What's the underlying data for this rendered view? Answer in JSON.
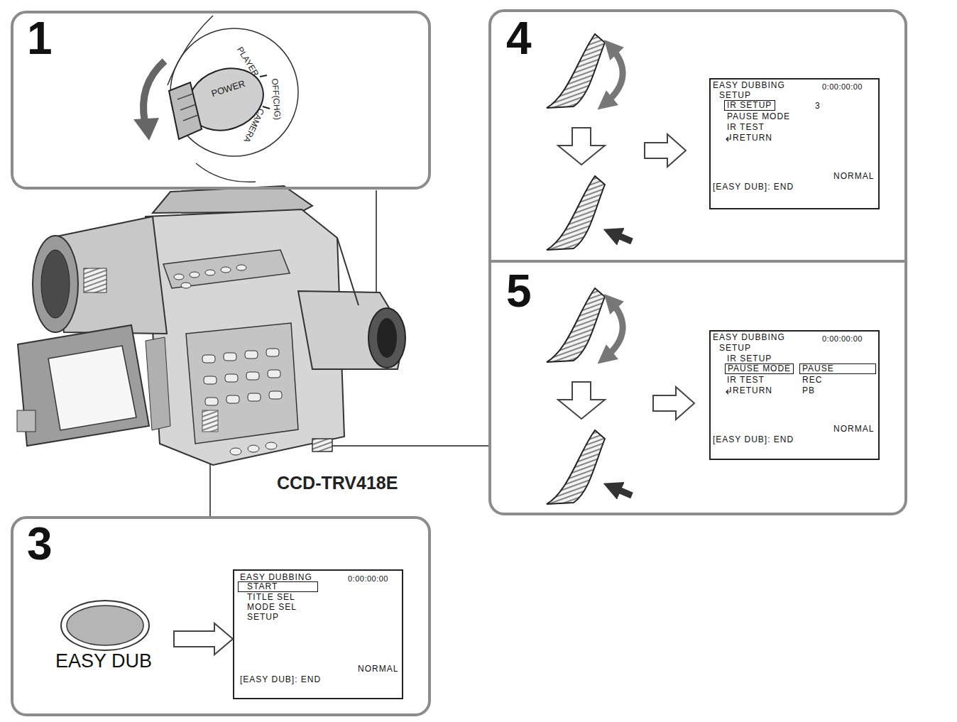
{
  "diagram": {
    "nodes": [
      {
        "text": [
          "1"
        ]
      },
      {
        "text": [
          "4"
        ]
      },
      {
        "text": [
          "EASY DUBBING",
          "0:00:00:00",
          "SETUP",
          "3",
          "PAUSE MODE",
          "IR TEST",
          "RETURN",
          "NORMAL",
          "[EASY DUB]: END"
        ],
        "in": 1
      },
      {
        "text": [
          "IR SETUP"
        ],
        "in": 2
      },
      {
        "text": [
          "5"
        ]
      },
      {
        "text": [
          "EASY DUBBING",
          "0:00:00:00",
          "SETUP",
          "IR SETUP",
          "IR TEST",
          "RETURN",
          "REC",
          "PB",
          "NORMAL",
          "[EASY DUB]: END"
        ],
        "in": 4
      },
      {
        "text": [
          "PAUSE MODE"
        ],
        "in": 5
      },
      {
        "text": [
          "PAUSE"
        ],
        "in": 5
      },
      {
        "text": [
          "3"
        ]
      },
      {
        "text": [
          "EASY DUB"
        ],
        "in": 8
      },
      {
        "text": [
          "EASY DUBBING",
          "0:00:00:00",
          "TITLE SEL",
          "MODE SEL",
          "SETUP",
          "NORMAL",
          "[EASY DUB]: END"
        ],
        "in": 8
      },
      {
        "text": [
          "START"
        ],
        "in": 10
      }
    ],
    "edges": [
      {
        "from": 9,
        "to": 10,
        "arrow": "to"
      }
    ],
    "labels": [
      "POWER",
      "PLAYER",
      "OFF(CHG)",
      "CAMERA",
      "CCD-TRV418E"
    ]
  }
}
